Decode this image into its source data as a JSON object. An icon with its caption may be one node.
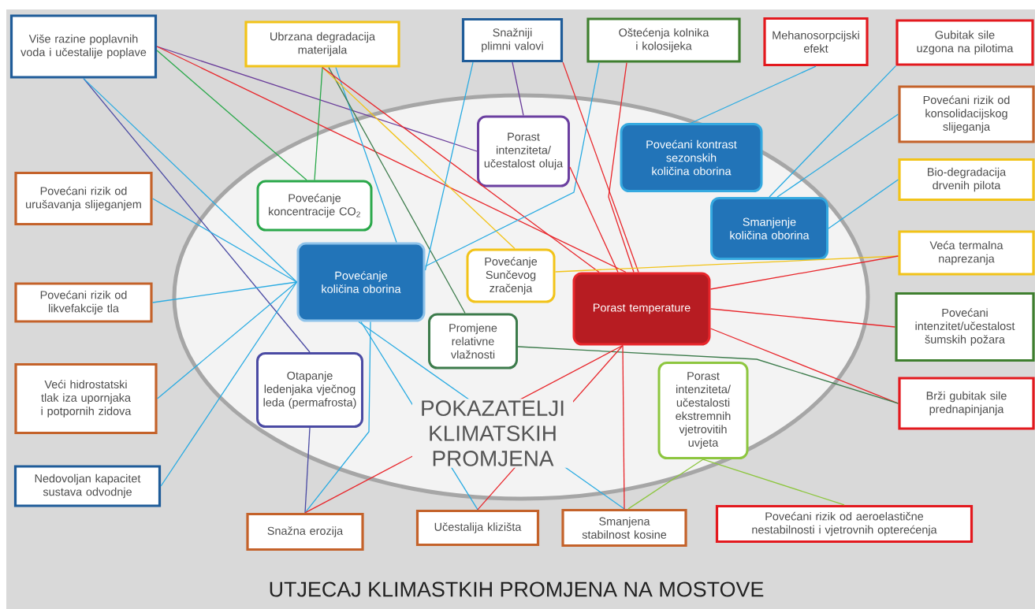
{
  "diagram": {
    "title": "UTJECAJ KLIMASTKIH PROMJENA NA MOSTOVE",
    "nodes": [
      {
        "text": [
          "Više razine poplavnih voda i učestalije poplave"
        ]
      },
      {
        "text": [
          "Ubrzana degradacija materijala"
        ]
      },
      {
        "text": [
          "Snažniji plimni valovi"
        ]
      },
      {
        "text": [
          "Oštećenja kolnika i kolosijeka"
        ]
      },
      {
        "text": [
          "Mehanosorpcijski efekt"
        ]
      },
      {
        "text": [
          "Gubitak sile uzgona na pilotima"
        ]
      },
      {
        "text": [
          "Povećani rizik od konsolidacijskog slijeganja"
        ]
      },
      {
        "text": [
          "Bio-degradacija drvenih pilota"
        ]
      },
      {
        "text": [
          "Veća termalna naprezanja"
        ]
      },
      {
        "text": [
          "Povećani intenzitet/učestalost šumskih požara"
        ]
      },
      {
        "text": [
          "Brži gubitak sile prednapinjanja"
        ]
      },
      {
        "text": [
          "Povećani rizik od urušavanja slijeganjem"
        ]
      },
      {
        "text": [
          "Povećani rizik od likvefakcije tla"
        ]
      },
      {
        "text": [
          "Veći hidrostatski tlak iza upornjaka i potpornih zidova"
        ]
      },
      {
        "text": [
          "Nedovoljan kapacitet sustava odvodnje"
        ]
      },
      {
        "text": [
          "Snažna erozija"
        ]
      },
      {
        "text": [
          "Učestalija klizišta"
        ]
      },
      {
        "text": [
          "Smanjena stabilnost kosine"
        ]
      },
      {
        "text": [
          "Povećani rizik od aeroelastične nestabilnosti i vjetrovnih opterećenja"
        ]
      },
      {
        "text": [
          "Porast intenziteta/ učestalost oluja"
        ]
      },
      {
        "text": [
          "Povećani kontrast sezonskih količina oborina"
        ]
      },
      {
        "text": [
          "Povećanje koncentracije CO$_{2}$"
        ]
      },
      {
        "text": [
          "Smanjenje količina oborina"
        ]
      },
      {
        "text": [
          "Povećanje količina oborina"
        ]
      },
      {
        "text": [
          "Povećanje Sunčevog zračenja"
        ]
      },
      {
        "text": [
          "Porast temperature"
        ]
      },
      {
        "text": [
          "Promjene relativne vlažnosti"
        ]
      },
      {
        "text": [
          "Otapanje ledenjaka vječnog leda (permafrosta)"
        ]
      },
      {
        "text": [
          "Porast intenziteta/ učestalosti ekstremnih vjetrovitih uvjeta"
        ]
      }
    ],
    "edges": [
      {
        "from": 0,
        "to": 19,
        "arrow": "none",
        "color": "#6a3d9a"
      },
      {
        "from": 0,
        "to": 21,
        "arrow": "none",
        "color": "#2aa84a"
      },
      {
        "from": 0,
        "to": 25,
        "arrow": "none",
        "color": "#e8262b"
      },
      {
        "from": 0,
        "to": 27,
        "arrow": "none",
        "color": "#4a4aa3"
      },
      {
        "from": 0,
        "to": 23,
        "arrow": "none"
      },
      {
        "from": 1,
        "to": 21,
        "arrow": "none",
        "color": "#2aa84a"
      },
      {
        "from": 1,
        "to": 23,
        "arrow": "none"
      },
      {
        "from": 1,
        "to": 26,
        "arrow": "none",
        "color": "#3c7b4b"
      },
      {
        "from": 1,
        "to": 24,
        "arrow": "none",
        "color": "#f2c318"
      },
      {
        "from": 1,
        "to": 25,
        "arrow": "none",
        "color": "#e8262b"
      },
      {
        "from": 2,
        "to": 19,
        "arrow": "none",
        "color": "#6a3d9a"
      },
      {
        "from": 2,
        "to": 23,
        "arrow": "none"
      },
      {
        "from": 2,
        "to": 25,
        "arrow": "none",
        "color": "#e8262b"
      },
      {
        "from": 3,
        "to": 23,
        "arrow": "none"
      },
      {
        "from": 3,
        "to": 25,
        "arrow": "none",
        "color": "#e8262b"
      },
      {
        "from": 4,
        "to": 20,
        "arrow": "none"
      },
      {
        "from": 5,
        "to": 22,
        "arrow": "none"
      },
      {
        "from": 6,
        "to": 22,
        "arrow": "none"
      },
      {
        "from": 7,
        "to": 22,
        "arrow": "none"
      },
      {
        "from": 8,
        "to": 24,
        "arrow": "none",
        "color": "#f2c318"
      },
      {
        "from": 8,
        "to": 25,
        "arrow": "none",
        "color": "#e8262b"
      },
      {
        "from": 9,
        "to": 25,
        "arrow": "none",
        "color": "#e8262b"
      },
      {
        "from": 10,
        "to": 25,
        "arrow": "none",
        "color": "#e8262b"
      },
      {
        "from": 26,
        "to": 10,
        "arrow": "none",
        "color": "#3c7b4b"
      },
      {
        "from": 11,
        "to": 23,
        "arrow": "none"
      },
      {
        "from": 12,
        "to": 23,
        "arrow": "none"
      },
      {
        "from": 13,
        "to": 23,
        "arrow": "none"
      },
      {
        "from": 14,
        "to": 23,
        "arrow": "none"
      },
      {
        "from": 27,
        "to": 15,
        "arrow": "none",
        "color": "#4a4aa3"
      },
      {
        "from": 23,
        "to": 15,
        "arrow": "none"
      },
      {
        "from": 23,
        "to": 16,
        "arrow": "none"
      },
      {
        "from": 23,
        "to": 17,
        "arrow": "none"
      },
      {
        "from": 25,
        "to": 15,
        "arrow": "none",
        "color": "#e8262b"
      },
      {
        "from": 25,
        "to": 16,
        "arrow": "none",
        "color": "#e8262b"
      },
      {
        "from": 25,
        "to": 17,
        "arrow": "none",
        "color": "#e8262b"
      },
      {
        "from": 28,
        "to": 17,
        "arrow": "none",
        "color": "#8dc63f"
      },
      {
        "from": 28,
        "to": 18,
        "arrow": "none",
        "color": "#8dc63f"
      },
      {
        "from": 19,
        "to": 25,
        "arrow": "none",
        "color": "#e8262b"
      }
    ],
    "labels": [
      "POKAZATELJI KLIMATSKIH PROMJENA"
    ]
  }
}
